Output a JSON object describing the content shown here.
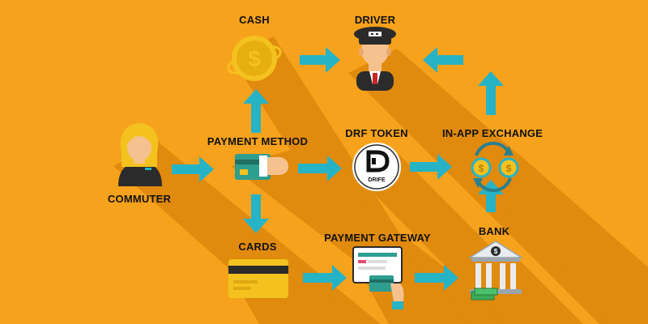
{
  "nodes": {
    "cash": {
      "label": "CASH",
      "icon": "gold-dollar-coin-icon"
    },
    "driver": {
      "label": "DRIVER",
      "icon": "taxi-driver-icon"
    },
    "commuter": {
      "label": "COMMUTER",
      "icon": "commuter-woman-icon"
    },
    "payment_method": {
      "label": "PAYMENT METHOD",
      "icon": "hand-holding-card-icon"
    },
    "drf_token": {
      "label": "DRF TOKEN",
      "icon": "drife-token-icon",
      "token_text": "DRIFE"
    },
    "in_app_exchange": {
      "label": "IN-APP EXCHANGE",
      "icon": "exchange-coins-icon"
    },
    "cards": {
      "label": "CARDS",
      "icon": "credit-card-icon"
    },
    "payment_gateway": {
      "label": "PAYMENT GATEWAY",
      "icon": "card-terminal-icon"
    },
    "bank": {
      "label": "BANK",
      "icon": "bank-building-icon"
    }
  },
  "edges": [
    {
      "from": "commuter",
      "to": "payment_method"
    },
    {
      "from": "payment_method",
      "to": "cash"
    },
    {
      "from": "payment_method",
      "to": "drf_token"
    },
    {
      "from": "payment_method",
      "to": "cards"
    },
    {
      "from": "cash",
      "to": "driver"
    },
    {
      "from": "drf_token",
      "to": "in_app_exchange"
    },
    {
      "from": "in_app_exchange",
      "to": "driver"
    },
    {
      "from": "cards",
      "to": "payment_gateway"
    },
    {
      "from": "payment_gateway",
      "to": "bank"
    },
    {
      "from": "bank",
      "to": "in_app_exchange"
    }
  ],
  "colors": {
    "background": "#F7A21C",
    "shadow": "#E08A0E",
    "arrow": "#27B3C6",
    "label": "#111111",
    "gold": "#F4C21E"
  }
}
